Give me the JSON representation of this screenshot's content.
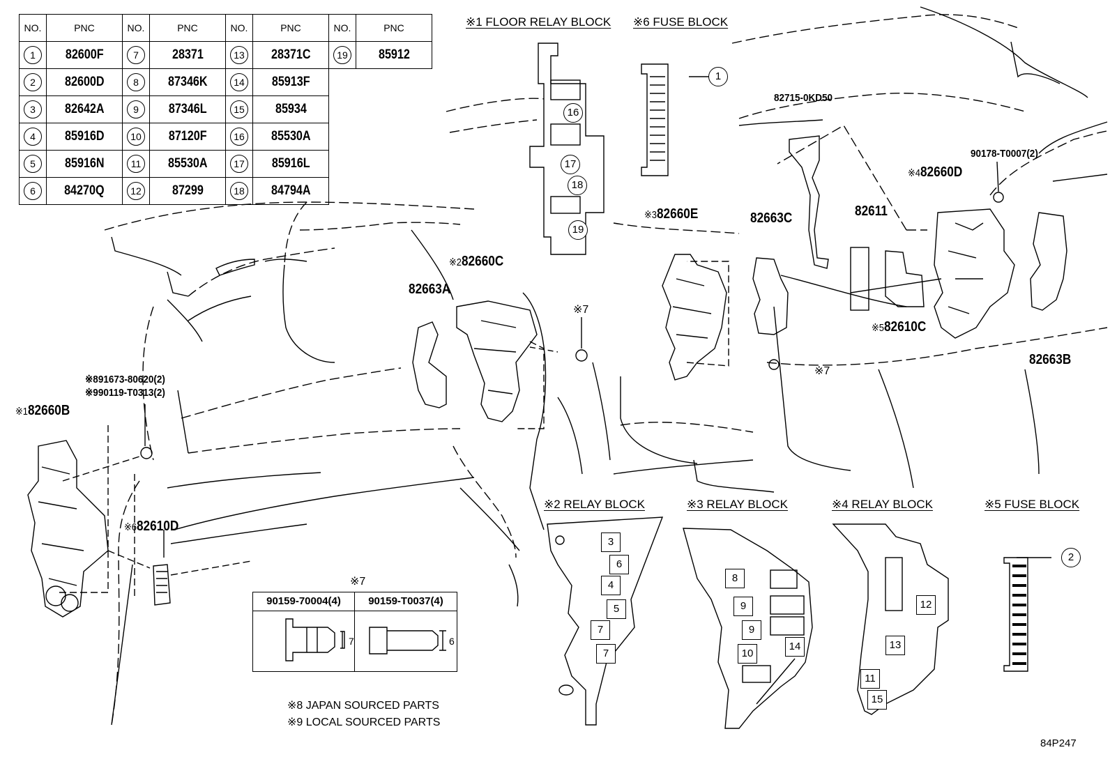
{
  "parts_table": {
    "header": {
      "no": "NO.",
      "pnc": "PNC"
    },
    "rows": [
      [
        {
          "no": "1",
          "pnc": "82600F"
        },
        {
          "no": "7",
          "pnc": "28371"
        },
        {
          "no": "13",
          "pnc": "28371C"
        },
        {
          "no": "19",
          "pnc": "85912"
        }
      ],
      [
        {
          "no": "2",
          "pnc": "82600D"
        },
        {
          "no": "8",
          "pnc": "87346K"
        },
        {
          "no": "14",
          "pnc": "85913F"
        }
      ],
      [
        {
          "no": "3",
          "pnc": "82642A"
        },
        {
          "no": "9",
          "pnc": "87346L"
        },
        {
          "no": "15",
          "pnc": "85934"
        }
      ],
      [
        {
          "no": "4",
          "pnc": "85916D"
        },
        {
          "no": "10",
          "pnc": "87120F"
        },
        {
          "no": "16",
          "pnc": "85530A"
        }
      ],
      [
        {
          "no": "5",
          "pnc": "85916N"
        },
        {
          "no": "11",
          "pnc": "85530A"
        },
        {
          "no": "17",
          "pnc": "85916L"
        }
      ],
      [
        {
          "no": "6",
          "pnc": "84270Q"
        },
        {
          "no": "12",
          "pnc": "87299"
        },
        {
          "no": "18",
          "pnc": "84794A"
        }
      ]
    ]
  },
  "block_titles": {
    "floor_relay": "※1 FLOOR RELAY BLOCK",
    "fuse6": "※6 FUSE BLOCK",
    "relay2": "※2 RELAY BLOCK",
    "relay3": "※3 RELAY BLOCK",
    "relay4": "※4 RELAY BLOCK",
    "fuse5": "※5 FUSE BLOCK"
  },
  "callouts": {
    "c82715": "82715-0KD50",
    "c90178": "90178-T0007(2)",
    "c82660D_mark": "※4",
    "c82660D": "82660D",
    "c82660E_mark": "※3",
    "c82660E": "82660E",
    "c82663C": "82663C",
    "c82611": "82611",
    "c82610C_mark": "※5",
    "c82610C": "82610C",
    "c82663B": "82663B",
    "c82660C_mark": "※2",
    "c82660C": "82660C",
    "c82663A": "82663A",
    "c7a": "※7",
    "c7b": "※7",
    "c891673": "※891673-80620(2)",
    "c990119": "※990119-T0313(2)",
    "c82660B_mark": "※1",
    "c82660B": "82660B",
    "c82610D_mark": "※6",
    "c82610D": "82610D"
  },
  "floor_relay_items": [
    "16",
    "17",
    "18",
    "19"
  ],
  "fuse6_items": [
    "1"
  ],
  "fuse5_items": [
    "2"
  ],
  "relay2_items": [
    "3",
    "6",
    "4",
    "5",
    "7",
    "7"
  ],
  "relay3_items": [
    "8",
    "9",
    "9",
    "10",
    "14"
  ],
  "relay4_items": [
    "12",
    "13",
    "11",
    "15"
  ],
  "clip_table": {
    "title": "※7",
    "col1": "90159-70004(4)",
    "col2": "90159-T0037(4)",
    "dim1": "7",
    "dim2": "6"
  },
  "notes": {
    "japan": "※8 JAPAN SOURCED PARTS",
    "local": "※9 LOCAL SOURCED PARTS"
  },
  "diagram_code": "84P247"
}
